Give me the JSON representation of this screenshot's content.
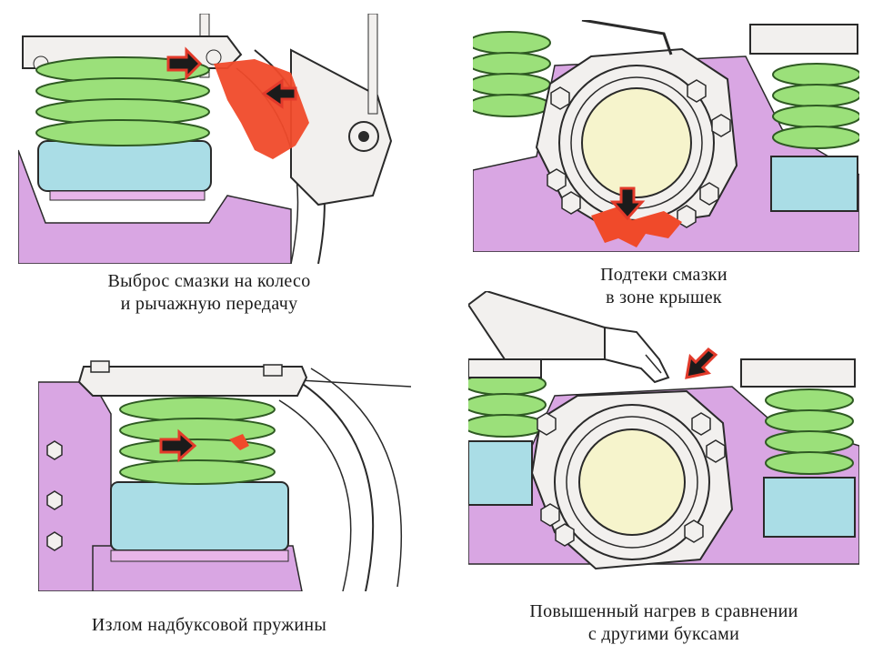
{
  "panels": [
    {
      "id": "p1",
      "caption_lines": [
        "Выброс смазки на колесо",
        "и рычажную передачу"
      ]
    },
    {
      "id": "p2",
      "caption_lines": [
        "Подтеки смазки",
        "в зоне крышек"
      ]
    },
    {
      "id": "p3",
      "caption_lines": [
        "Излом надбуксовой пружины"
      ]
    },
    {
      "id": "p4",
      "caption_lines": [
        "Повышенный нагрев в сравнении",
        "с другими буксами"
      ]
    }
  ],
  "colors": {
    "spring": "#9be07a",
    "spring_outline": "#2f5a23",
    "cylinder": "#aadde6",
    "frame": "#d9a6e3",
    "pink_band": "#e8b5e9",
    "grease": "#f04a2a",
    "metal": "#f2f0ee",
    "lid": "#f6f4cc",
    "outline": "#2a2a2a"
  },
  "icons": [
    "arrow-icon",
    "bolt-icon",
    "hand-icon"
  ]
}
